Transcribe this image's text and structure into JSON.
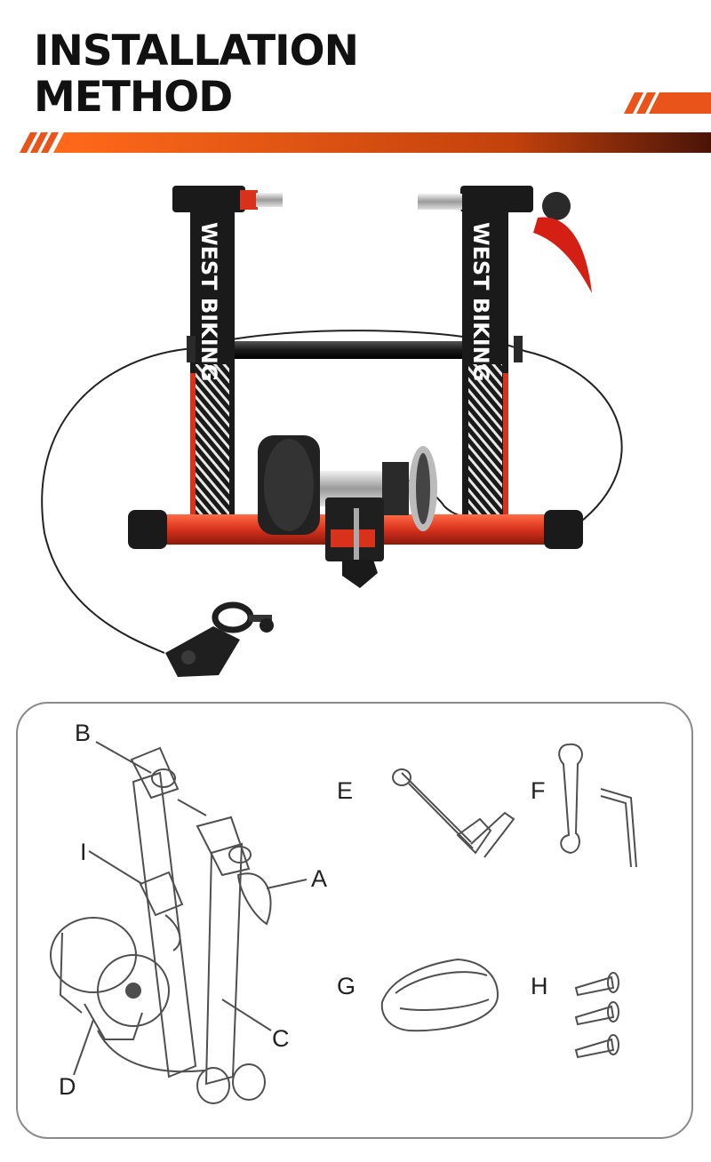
{
  "heading": {
    "line1": "INSTALLATION",
    "line2": "METHOD"
  },
  "brand": {
    "name": "WEST BIKING"
  },
  "colors": {
    "accent_orange": "#e8541a",
    "frame_red": "#d8321c",
    "frame_black": "#1a1a1a",
    "diagram_line": "#555555"
  },
  "parts": {
    "A": "A",
    "B": "B",
    "C": "C",
    "D": "D",
    "E": "E",
    "F": "F",
    "G": "G",
    "H": "H",
    "I": "I"
  }
}
